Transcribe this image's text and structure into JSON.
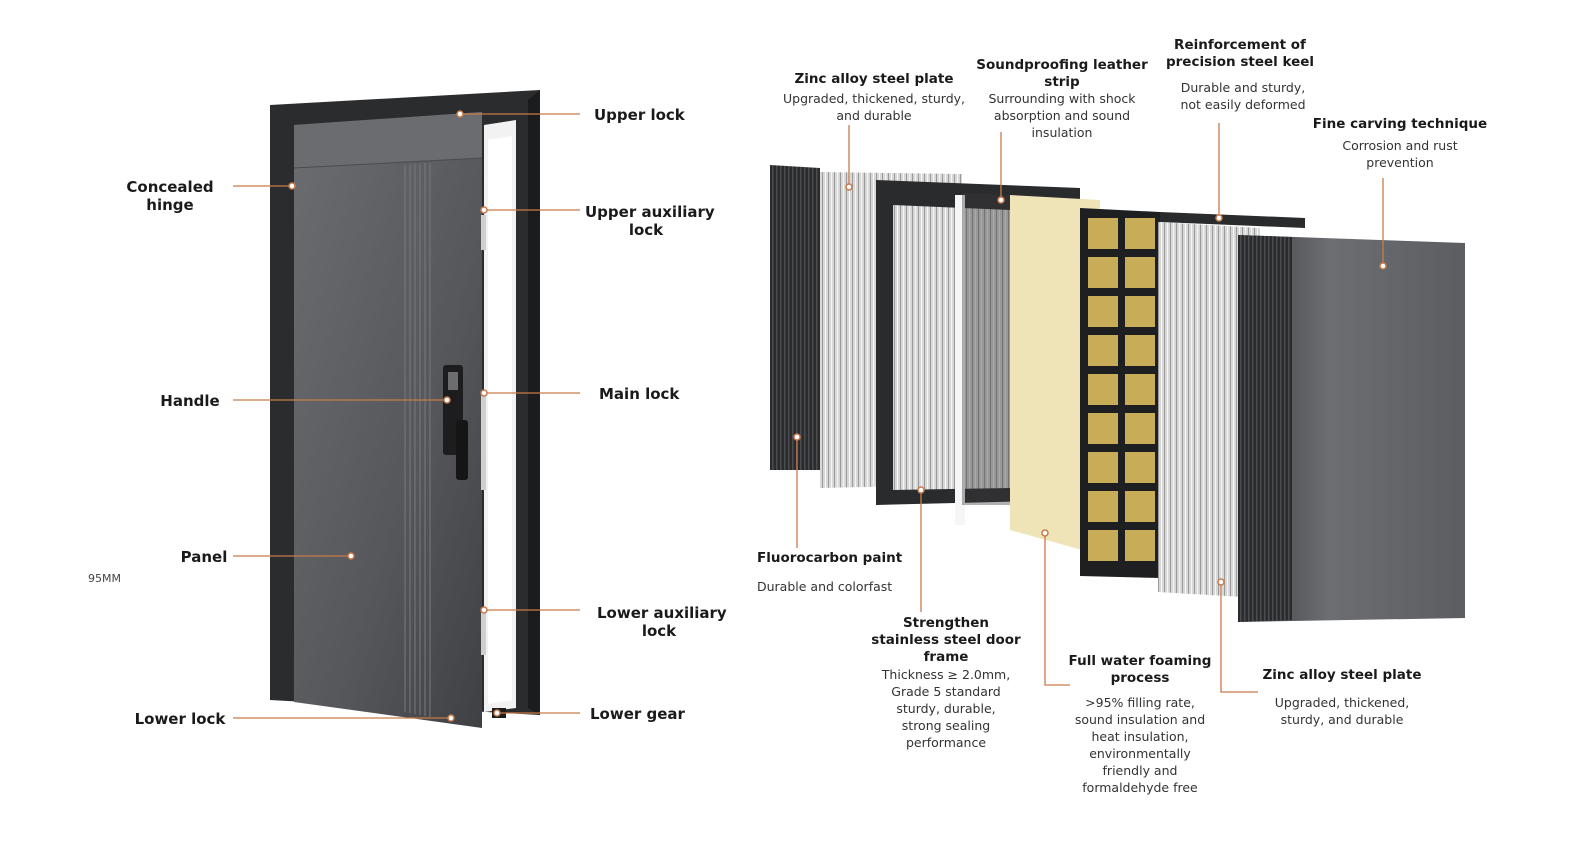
{
  "door_labels": {
    "concealed_hinge": [
      "Concealed",
      "hinge"
    ],
    "handle": "Handle",
    "panel": "Panel",
    "lower_lock": "Lower lock",
    "upper_lock": "Upper lock",
    "upper_auxiliary_lock": [
      "Upper auxiliary",
      "lock"
    ],
    "main_lock": "Main lock",
    "lower_auxiliary_lock": [
      "Lower auxiliary",
      "lock"
    ],
    "lower_gear": "Lower gear",
    "thickness_mark": "95MM"
  },
  "layers": {
    "zinc_top": {
      "title": "Zinc alloy steel plate",
      "desc": [
        "Upgraded, thickened, sturdy,",
        "and durable"
      ]
    },
    "soundproof": {
      "title": [
        "Soundproofing leather",
        "strip"
      ],
      "desc": [
        "Surrounding with shock",
        "absorption and sound",
        "insulation"
      ]
    },
    "keel": {
      "title": [
        "Reinforcement of",
        "precision steel keel"
      ],
      "desc": [
        "Durable and sturdy,",
        "not easily deformed"
      ]
    },
    "carving": {
      "title": "Fine carving technique",
      "desc": [
        "Corrosion and rust",
        "prevention"
      ]
    },
    "fluorocarbon": {
      "title": "Fluorocarbon paint",
      "desc": "Durable and colorfast"
    },
    "frame": {
      "title": [
        "Strengthen",
        "stainless steel door",
        "frame"
      ],
      "desc": [
        "Thickness ≥ 2.0mm,",
        "Grade 5 standard",
        "sturdy, durable,",
        "strong sealing",
        "performance"
      ]
    },
    "foaming": {
      "title": [
        "Full water foaming",
        "process"
      ],
      "desc": [
        ">95% filling rate,",
        "sound insulation and",
        "heat insulation,",
        "environmentally",
        "friendly and",
        "formaldehyde free"
      ]
    },
    "zinc_bottom": {
      "title": "Zinc alloy steel plate",
      "desc": [
        "Upgraded, thickened,",
        "sturdy, and durable"
      ]
    }
  },
  "colors": {
    "accent": "#c97a4a",
    "door": "#5a5c60",
    "frame": "#2b2c2e",
    "foam": "#efe3b8",
    "keel_cell": "#c9ac57"
  }
}
